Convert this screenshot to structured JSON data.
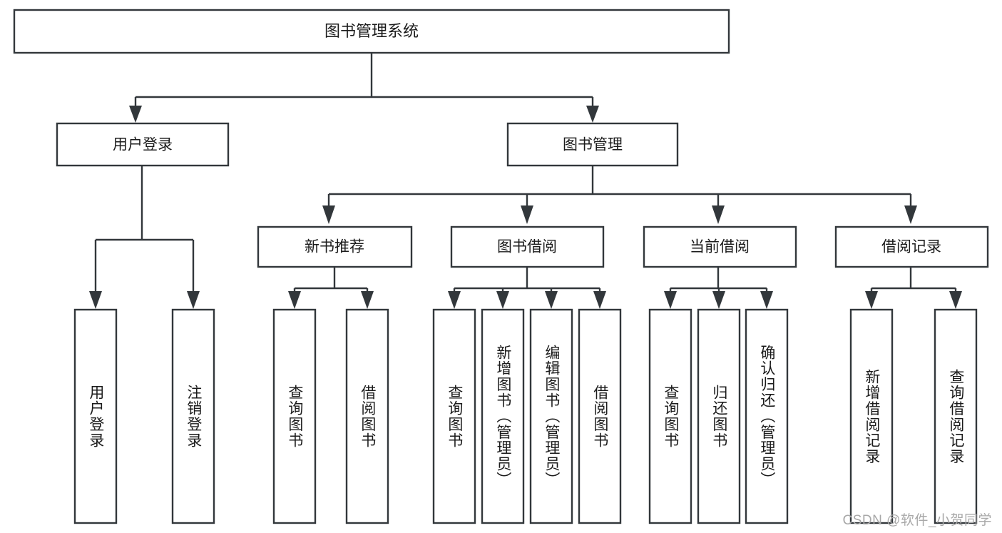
{
  "diagram": {
    "type": "tree",
    "title": "图书管理系统",
    "root": {
      "id": "root",
      "label": "图书管理系统",
      "orientation": "horizontal"
    },
    "level2": [
      {
        "id": "user-login",
        "label": "用户登录",
        "orientation": "horizontal"
      },
      {
        "id": "book-management",
        "label": "图书管理",
        "orientation": "horizontal"
      }
    ],
    "level3": [
      {
        "id": "new-book-recommend",
        "label": "新书推荐",
        "orientation": "horizontal",
        "parent": "book-management"
      },
      {
        "id": "book-borrow",
        "label": "图书借阅",
        "orientation": "horizontal",
        "parent": "book-management"
      },
      {
        "id": "current-borrow",
        "label": "当前借阅",
        "orientation": "horizontal",
        "parent": "book-management"
      },
      {
        "id": "borrow-record",
        "label": "借阅记录",
        "orientation": "horizontal",
        "parent": "book-management"
      }
    ],
    "leaves": [
      {
        "id": "leaf-user-login",
        "label": "用户登录",
        "orientation": "vertical",
        "parent": "user-login"
      },
      {
        "id": "leaf-user-logout",
        "label": "注销登录",
        "orientation": "vertical",
        "parent": "user-login"
      },
      {
        "id": "leaf-query-book-1",
        "label": "查询图书",
        "orientation": "vertical",
        "parent": "new-book-recommend"
      },
      {
        "id": "leaf-borrow-book-1",
        "label": "借阅图书",
        "orientation": "vertical",
        "parent": "new-book-recommend"
      },
      {
        "id": "leaf-query-book-2",
        "label": "查询图书",
        "orientation": "vertical",
        "parent": "book-borrow"
      },
      {
        "id": "leaf-add-book",
        "label": "新增图书（管理员）",
        "orientation": "vertical",
        "parent": "book-borrow"
      },
      {
        "id": "leaf-edit-book",
        "label": "编辑图书（管理员）",
        "orientation": "vertical",
        "parent": "book-borrow"
      },
      {
        "id": "leaf-borrow-book-2",
        "label": "借阅图书",
        "orientation": "vertical",
        "parent": "book-borrow"
      },
      {
        "id": "leaf-query-book-3",
        "label": "查询图书",
        "orientation": "vertical",
        "parent": "current-borrow"
      },
      {
        "id": "leaf-return-book",
        "label": "归还图书",
        "orientation": "vertical",
        "parent": "current-borrow"
      },
      {
        "id": "leaf-confirm-return",
        "label": "确认归还（管理员）",
        "orientation": "vertical",
        "parent": "current-borrow"
      },
      {
        "id": "leaf-add-record",
        "label": "新增借阅记录",
        "orientation": "vertical",
        "parent": "borrow-record"
      },
      {
        "id": "leaf-query-record",
        "label": "查询借阅记录",
        "orientation": "vertical",
        "parent": "borrow-record"
      }
    ],
    "colors": {
      "box_stroke": "#32373b",
      "box_fill": "#ffffff",
      "text": "#1b1b1b",
      "connector": "#32373b",
      "background": "#ffffff",
      "watermark": "#a8a8a8"
    }
  },
  "watermark": {
    "text": "CSDN @软件_小贺同学"
  }
}
